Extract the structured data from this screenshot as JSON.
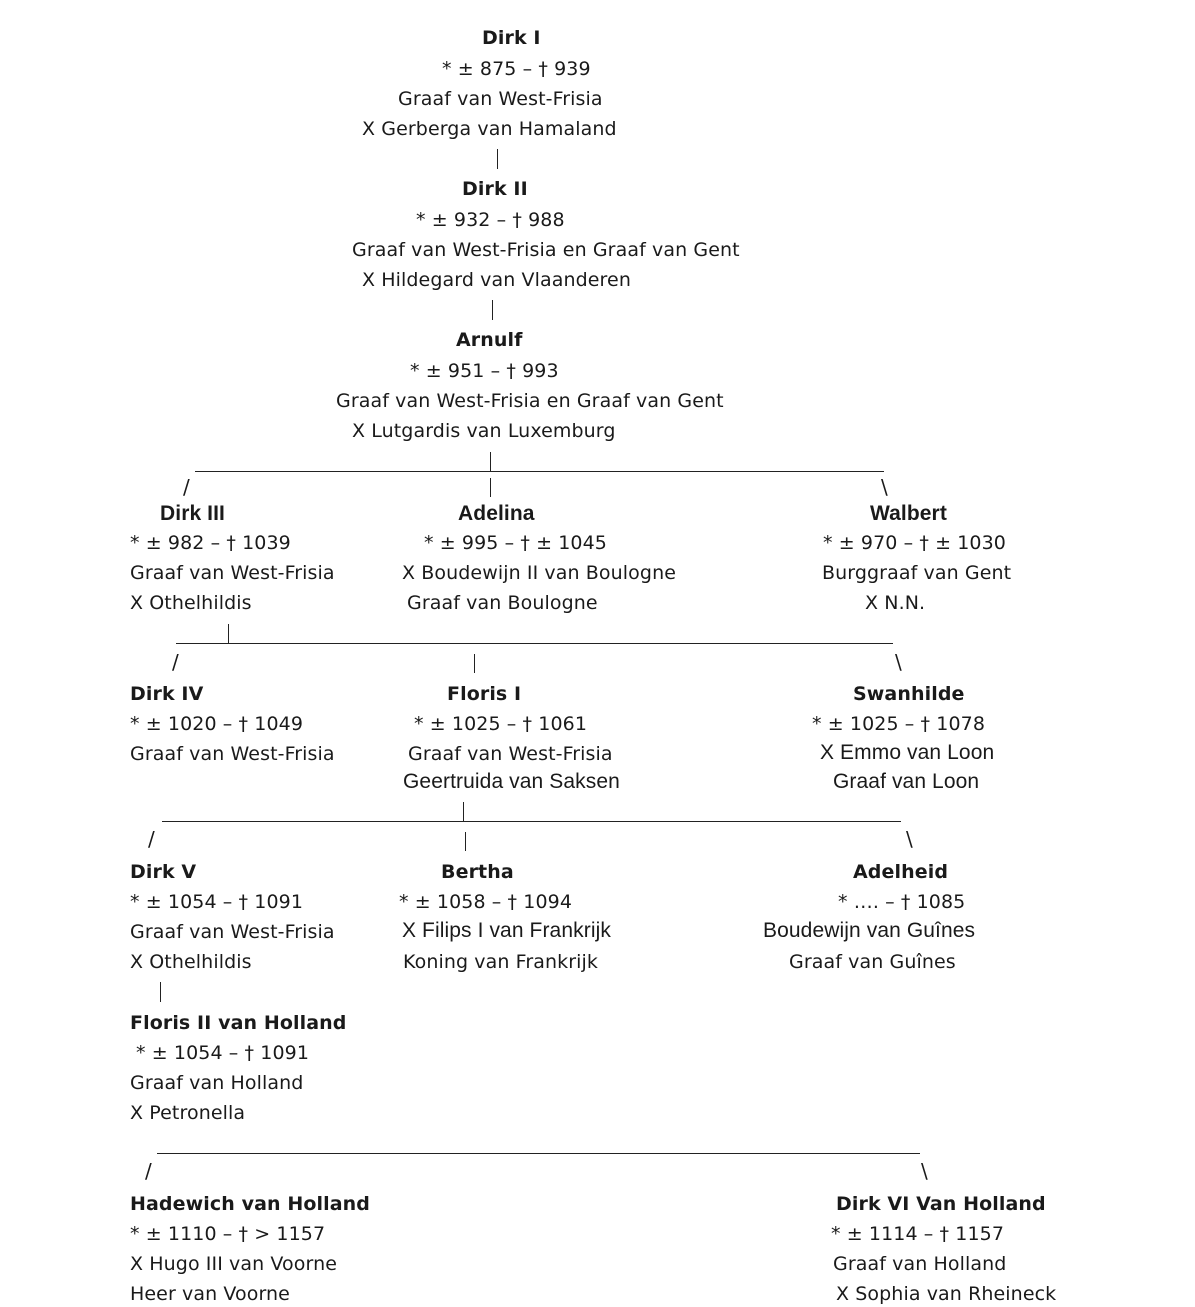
{
  "gen1": {
    "dirk1": {
      "name": "Dirk I",
      "dates": "* ± 875 – † 939",
      "title": "Graaf van West-Frisia",
      "spouse": "X  Gerberga van Hamaland"
    }
  },
  "gen2": {
    "dirk2": {
      "name": "Dirk II",
      "dates": "* ± 932 – † 988",
      "title": "Graaf van West-Frisia en Graaf van Gent",
      "spouse": "X Hildegard van Vlaanderen"
    }
  },
  "gen3": {
    "arnulf": {
      "name": "Arnulf",
      "dates": "* ± 951 – † 993",
      "title": "Graaf van West-Frisia en Graaf van Gent",
      "spouse": "X Lutgardis van Luxemburg"
    }
  },
  "gen4": {
    "dirk3": {
      "name": "Dirk III",
      "dates": "* ± 982 – † 1039",
      "title": "Graaf van West-Frisia",
      "spouse": "X  Othelhildis"
    },
    "adelina": {
      "name": "Adelina",
      "dates": "* ±  995 – † ± 1045",
      "spouse": "X Boudewijn II van Boulogne",
      "spouse_title": "Graaf van Boulogne"
    },
    "walbert": {
      "name": "Walbert",
      "dates": "* ±  970 – † ± 1030",
      "title": "Burggraaf van Gent",
      "spouse": "X  N.N."
    }
  },
  "gen5": {
    "dirk4": {
      "name": "Dirk IV",
      "dates": "* ±  1020  – † 1049",
      "title": "Graaf van West-Frisia"
    },
    "floris1": {
      "name": "Floris I",
      "dates": "* ±  1025 – † 1061",
      "title": "Graaf van West-Frisia",
      "spouse": "Geertruida van Saksen"
    },
    "swanhilde": {
      "name": "Swanhilde",
      "dates": "* ±  1025 – † 1078",
      "spouse": "X Emmo van Loon",
      "spouse_title": "Graaf van Loon"
    }
  },
  "gen6": {
    "dirk5": {
      "name": "Dirk V",
      "dates": "* ±  1054  – † 1091",
      "title": "Graaf van West-Frisia",
      "spouse": "X  Othelhildis"
    },
    "bertha": {
      "name": "Bertha",
      "dates": "* ±  1058  – † 1094",
      "spouse": "X Filips I van Frankrijk",
      "spouse_title": "Koning van Frankrijk"
    },
    "adelheid": {
      "name": "Adelheid",
      "dates": "* ….  – † 1085",
      "spouse": "Boudewijn van Guînes",
      "spouse_title": "Graaf van Guînes"
    }
  },
  "gen7": {
    "floris2": {
      "name": "Floris II van Holland",
      "dates": "* ±  1054  – † 1091",
      "title": "Graaf van Holland",
      "spouse": "X Petronella"
    }
  },
  "gen8": {
    "hadewich": {
      "name": "Hadewich van Holland",
      "dates": "* ±  1110  – † > 1157",
      "spouse": "X Hugo III van Voorne",
      "spouse_title": "Heer van Voorne"
    },
    "dirk6": {
      "name": "Dirk VI Van Holland",
      "dates": "* ±  1114  – † 1157",
      "title": "Graaf van Holland",
      "spouse": "X  Sophia van Rheineck"
    }
  },
  "connectors": {
    "slash": "/",
    "backslash": "\\"
  }
}
